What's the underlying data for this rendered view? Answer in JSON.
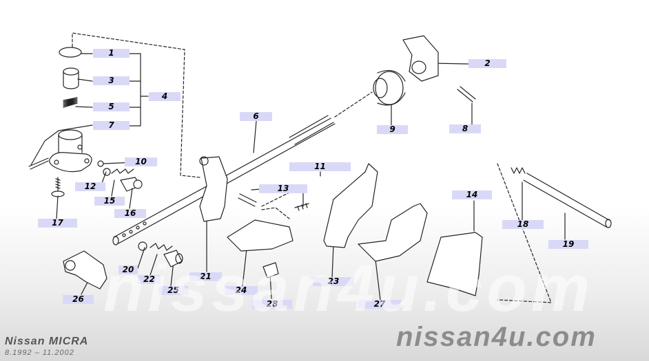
{
  "parts": {
    "p1": "1",
    "p2": "2",
    "p3": "3",
    "p4": "4",
    "p5": "5",
    "p6": "6",
    "p7": "7",
    "p8": "8",
    "p9": "9",
    "p10": "10",
    "p11": "11",
    "p12": "12",
    "p13": "13",
    "p14": "14",
    "p15": "15",
    "p16": "16",
    "p17": "17",
    "p18": "18",
    "p19": "19",
    "p20": "20",
    "p21": "21",
    "p22": "22",
    "p23": "23",
    "p24": "24",
    "p25": "25",
    "p26": "26",
    "p27": "27",
    "p28": "28"
  },
  "footer": {
    "model": "Nissan MICRA",
    "period": "8.1992 – 11.2002",
    "watermark": "nissan4u.com"
  },
  "colors": {
    "label_bg": "#d9d9f7",
    "line": "#222222"
  }
}
